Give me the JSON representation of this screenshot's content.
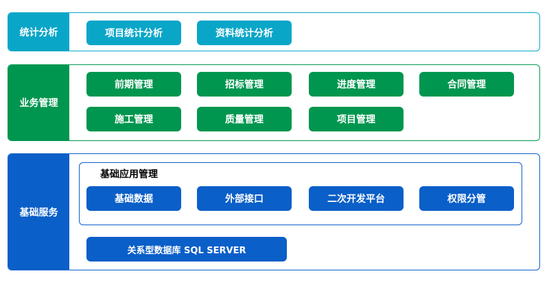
{
  "layers": {
    "stats": {
      "label": "统计分析",
      "buttons": [
        "项目统计分析",
        "资料统计分析"
      ]
    },
    "business": {
      "label": "业务管理",
      "buttons": [
        "前期管理",
        "招标管理",
        "进度管理",
        "合同管理",
        "施工管理",
        "质量管理",
        "项目管理"
      ]
    },
    "base": {
      "label": "基础服务",
      "group_title": "基础应用管理",
      "buttons": [
        "基础数据",
        "外部接口",
        "二次开发平台",
        "权限分管"
      ],
      "database": "关系型数据库 SQL SERVER"
    }
  },
  "colors": {
    "stats": "#0aa6c8",
    "business": "#00964f",
    "base": "#0a5fc8"
  }
}
